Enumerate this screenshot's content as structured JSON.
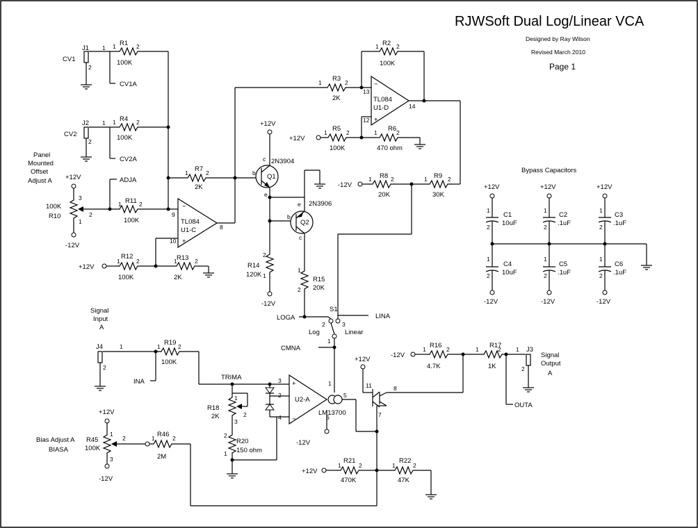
{
  "title": {
    "main": "RJWSoft Dual Log/Linear VCA",
    "designer": "Designed by Ray Wilson",
    "revised": "Revised March 2010",
    "page": "Page 1"
  },
  "rails": {
    "pos": "+12V",
    "neg": "-12V"
  },
  "connectors": {
    "j1": "J1",
    "j2": "J2",
    "j3": "J3",
    "j4": "J4",
    "cv1": "CV1",
    "cv2": "CV2",
    "cv1a": "CV1A",
    "cv2a": "CV2A",
    "signal_input": [
      "Signal",
      "Input",
      "A"
    ],
    "signal_output": [
      "Signal",
      "Output",
      "A"
    ],
    "ina": "INA",
    "outa": "OUTA"
  },
  "resistors": {
    "r1": {
      "ref": "R1",
      "val": "100K"
    },
    "r2": {
      "ref": "R2",
      "val": "100K"
    },
    "r3": {
      "ref": "R3",
      "val": "2K"
    },
    "r4": {
      "ref": "R4",
      "val": "100K"
    },
    "r5": {
      "ref": "R5",
      "val": "100K"
    },
    "r6": {
      "ref": "R6",
      "val": "470 ohm"
    },
    "r7": {
      "ref": "R7",
      "val": "2K"
    },
    "r8": {
      "ref": "R8",
      "val": "20K"
    },
    "r9": {
      "ref": "R9",
      "val": "30K"
    },
    "r10": {
      "ref": "R10",
      "val": "100K"
    },
    "r11": {
      "ref": "R11",
      "val": "100K"
    },
    "r12": {
      "ref": "R12",
      "val": "100K"
    },
    "r13": {
      "ref": "R13",
      "val": "2K"
    },
    "r14": {
      "ref": "R14",
      "val": "120K"
    },
    "r15": {
      "ref": "R15",
      "val": "20K"
    },
    "r16": {
      "ref": "R16",
      "val": "4.7K"
    },
    "r17": {
      "ref": "R17",
      "val": "1K"
    },
    "r18": {
      "ref": "R18",
      "val": "2K"
    },
    "r19": {
      "ref": "R19",
      "val": "100K"
    },
    "r20": {
      "ref": "R20",
      "val": "150 ohm"
    },
    "r21": {
      "ref": "R21",
      "val": "470K"
    },
    "r22": {
      "ref": "R22",
      "val": "47K"
    },
    "r45": {
      "ref": "R45",
      "val": "100K"
    },
    "r46": {
      "ref": "R46",
      "val": "2M"
    }
  },
  "semis": {
    "u1c": {
      "part": "TL084",
      "ref": "U1-C"
    },
    "u1d": {
      "part": "TL084",
      "ref": "U1-D"
    },
    "u2a": {
      "ref": "U2-A",
      "part": "LM13700"
    },
    "q1": {
      "ref": "Q1",
      "part": "2N3904"
    },
    "q2": {
      "ref": "Q2",
      "part": "2N3906"
    }
  },
  "nets": {
    "adja": "ADJA",
    "loga": "LOGA",
    "lina": "LINA",
    "cmna": "CMNA",
    "trima": "TRIMA",
    "biasa": "BIASA",
    "s1": "S1",
    "log": "Log",
    "linear": "Linear"
  },
  "notes": {
    "panel": [
      "Panel",
      "Mounted",
      "Offset",
      "Adjust A"
    ],
    "bias": "Bias Adjust A"
  },
  "bypass": {
    "heading": "Bypass Capacitors",
    "c1": {
      "ref": "C1",
      "val": "10uF"
    },
    "c2": {
      "ref": "C2",
      "val": ".1uF"
    },
    "c3": {
      "ref": "C3",
      "val": ".1uF"
    },
    "c4": {
      "ref": "C4",
      "val": "10uF"
    },
    "c5": {
      "ref": "C5",
      "val": ".1uF"
    },
    "c6": {
      "ref": "C6",
      "val": ".1uF"
    }
  }
}
